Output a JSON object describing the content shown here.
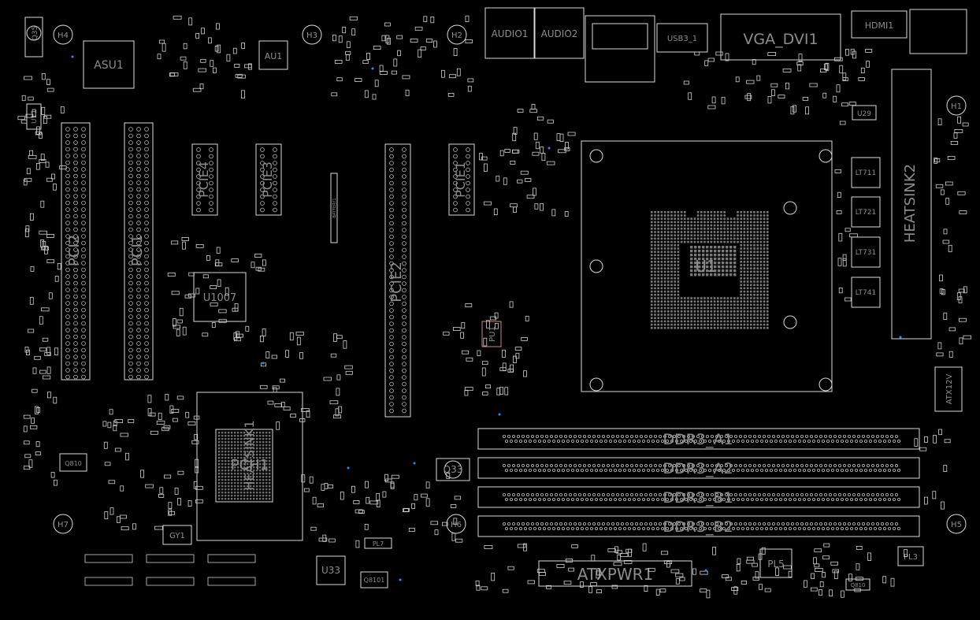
{
  "board": {
    "background": "#000000",
    "outline_color": "#d8d8d8",
    "label_color": "#8c8c8c",
    "accent_pin_color": "#1e90ff"
  },
  "labels": {
    "q35": "Q35",
    "h4": "H4",
    "asu1": "ASU1",
    "au1": "AU1",
    "h3": "H3",
    "h2": "H2",
    "audio1": "AUDIO1",
    "audio2": "AUDIO2",
    "usb3": "USB3_1",
    "vga_dvi": "VGA_DVI1",
    "hdmi": "HDMI1",
    "u11": "U11",
    "pci2": "PCI2",
    "pci1": "PCI1",
    "pcie4": "PCIE4",
    "pcie3": "PCIE3",
    "battery": "BATTERY1",
    "pcie2": "PCIE2",
    "pcie1": "PCIE1",
    "u1": "U1",
    "u1007": "U1007",
    "pu1": "PU1",
    "u29": "U29",
    "lt711": "LT711",
    "lt721": "LT721",
    "lt731": "LT731",
    "lt741": "LT741",
    "heatsink2": "HEATSINK2",
    "h1": "H1",
    "atx12v": "ATX12V",
    "heatsink1": "HEATSINK1",
    "pch": "PCH1",
    "q33": "Q33",
    "ddr3_a1": "DDR3_A1",
    "ddr3_a2": "DDR3_A2",
    "ddr3_b1": "DDR3_B1",
    "ddr3_b2": "DDR3_B2",
    "h7": "H7",
    "h6": "H6",
    "h5": "H5",
    "gy1": "GY1",
    "u33": "U33",
    "pl7": "PL7",
    "atxpwr": "ATXPWR1",
    "pl5": "PL5",
    "pl3": "PL3",
    "q810": "Q810",
    "q8101": "Q8101",
    "q810b": "Q810"
  }
}
